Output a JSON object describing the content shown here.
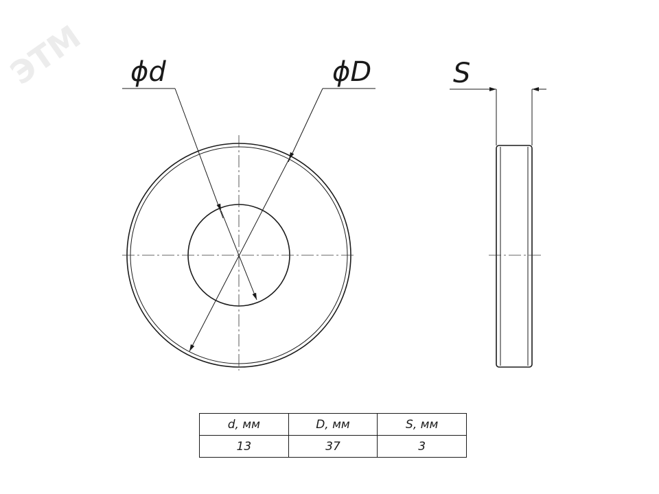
{
  "watermark": "ЭТМ",
  "labels": {
    "inner_diameter": "ϕd",
    "outer_diameter": "ϕD",
    "thickness": "S"
  },
  "table": {
    "headers": [
      "d, мм",
      "D, мм",
      "S, мм"
    ],
    "values": [
      "13",
      "37",
      "3"
    ]
  }
}
